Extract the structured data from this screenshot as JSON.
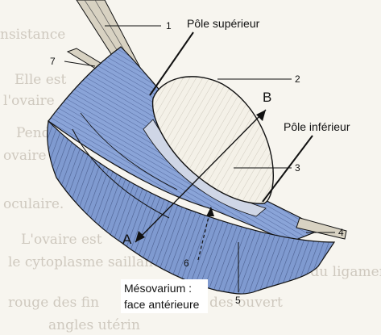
{
  "background_text": {
    "lines": [
      "nsistance",
      "Elle est",
      "l'ovaire",
      "Pend",
      "ovaire",
      "oculaire.",
      "L'ovaire est",
      "le cytoplasme saillant fait",
      "le manque du ligament large ovarien",
      "rouge des fin",
      "des ouvert",
      "angles utérin"
    ]
  },
  "labels": {
    "pole_superieur": "Pôle supérieur",
    "pole_inferieur": "Pôle inférieur",
    "mesovarium_line1": "Mésovarium :",
    "mesovarium_line2": "face antérieure",
    "axis_a": "A",
    "axis_b": "B",
    "n1": "1",
    "n2": "2",
    "n3": "3",
    "n4": "4",
    "n5": "5",
    "n6": "6",
    "n7": "7"
  },
  "colors": {
    "ligament_blue": "#7f9ad0",
    "ligament_stripe": "#4b5f8f",
    "ovary_fill": "#f4f1e8",
    "ink": "#111111",
    "ligament_band": "#d8d2c2"
  }
}
